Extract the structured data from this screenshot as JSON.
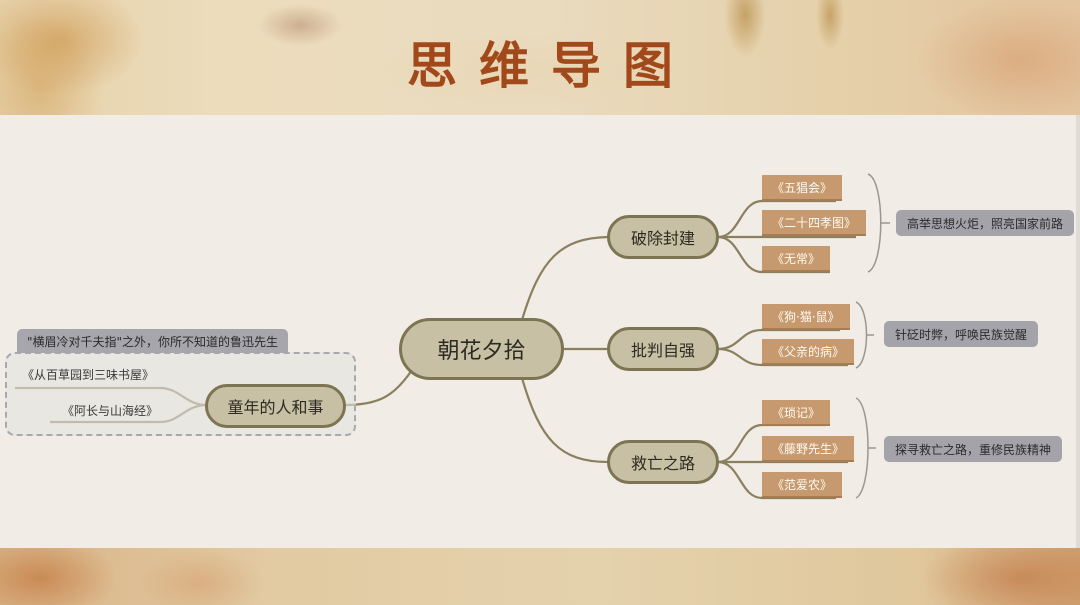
{
  "header": {
    "title": "思维导图"
  },
  "mindmap": {
    "root": {
      "label": "朝花夕拾"
    },
    "left_branch": {
      "label": "童年的人和事",
      "boundary_label": "\"横眉冷对千夫指\"之外，你所不知道的鲁迅先生",
      "children": [
        "《从百草园到三味书屋》",
        "《阿长与山海经》"
      ]
    },
    "right_branches": [
      {
        "label": "破除封建",
        "children": [
          "《五猖会》",
          "《二十四孝图》",
          "《无常》"
        ],
        "summary": "高举思想火炬，照亮国家前路"
      },
      {
        "label": "批判自强",
        "children": [
          "《狗·猫·鼠》",
          "《父亲的病》"
        ],
        "summary": "针砭时弊，呼唤民族觉醒"
      },
      {
        "label": "救亡之路",
        "children": [
          "《琐记》",
          "《藤野先生》",
          "《范爱农》"
        ],
        "summary": "探寻救亡之路，重修民族精神"
      }
    ]
  },
  "colors": {
    "title": "#a2491c",
    "node_fill": "#c7c0a4",
    "node_border": "#7d7453",
    "leaf_fill": "#c69a6e",
    "summary_fill": "#a5a3aa",
    "panel_bg": "#f1ede6"
  }
}
